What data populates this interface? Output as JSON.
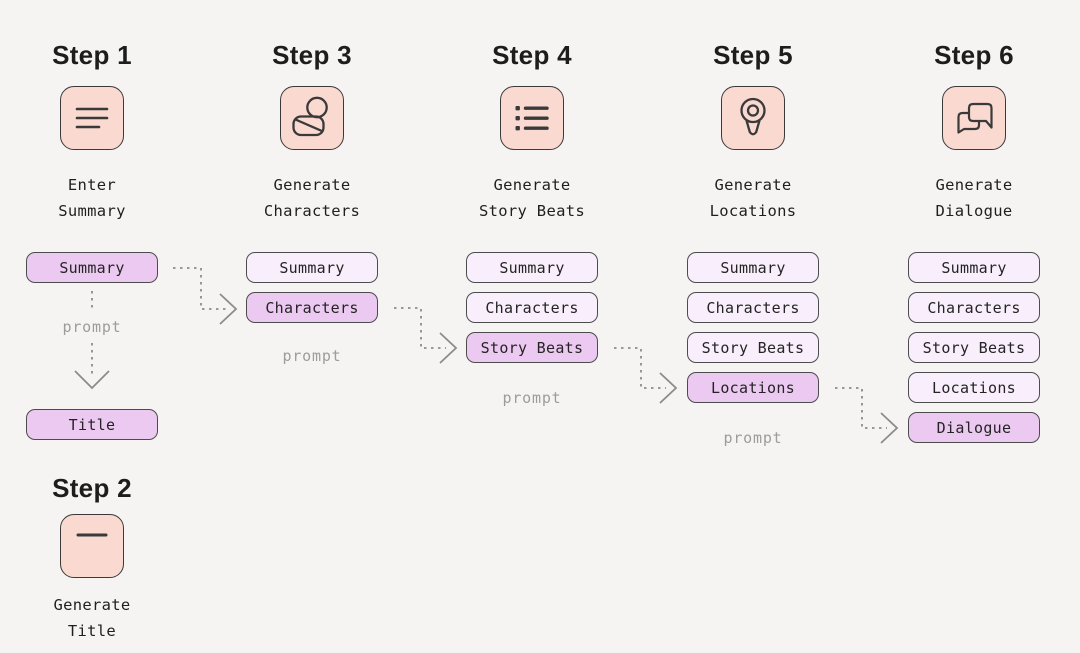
{
  "background": "#f5f4f2",
  "colors": {
    "icon_box_bg": "#f9d9d0",
    "icon_stroke": "#3a3a3a",
    "pill_active_bg": "#ecc9f0",
    "pill_inactive_bg": "#f9eefb",
    "pill_border": "#4c4c4c",
    "muted": "#9c9c9c",
    "arrow": "#8c8c8c"
  },
  "columns": [
    {
      "title": "Step 1",
      "icon": "text-lines-icon",
      "label_line1": "Enter",
      "label_line2": "Summary",
      "pills": [
        {
          "label": "Summary",
          "state": "active"
        }
      ],
      "prompt_label": "prompt",
      "result_pill": {
        "label": "Title",
        "state": "active"
      }
    },
    {
      "title": "Step 3",
      "icon": "person-icon",
      "label_line1": "Generate",
      "label_line2": "Characters",
      "pills": [
        {
          "label": "Summary",
          "state": "inactive"
        },
        {
          "label": "Characters",
          "state": "active"
        }
      ],
      "prompt_label": "prompt"
    },
    {
      "title": "Step 4",
      "icon": "bullet-list-icon",
      "label_line1": "Generate",
      "label_line2": "Story Beats",
      "pills": [
        {
          "label": "Summary",
          "state": "inactive"
        },
        {
          "label": "Characters",
          "state": "inactive"
        },
        {
          "label": "Story Beats",
          "state": "active"
        }
      ],
      "prompt_label": "prompt"
    },
    {
      "title": "Step 5",
      "icon": "location-pin-icon",
      "label_line1": "Generate",
      "label_line2": "Locations",
      "pills": [
        {
          "label": "Summary",
          "state": "inactive"
        },
        {
          "label": "Characters",
          "state": "inactive"
        },
        {
          "label": "Story Beats",
          "state": "inactive"
        },
        {
          "label": "Locations",
          "state": "active"
        }
      ],
      "prompt_label": "prompt"
    },
    {
      "title": "Step 6",
      "icon": "chat-bubbles-icon",
      "label_line1": "Generate",
      "label_line2": "Dialogue",
      "pills": [
        {
          "label": "Summary",
          "state": "inactive"
        },
        {
          "label": "Characters",
          "state": "inactive"
        },
        {
          "label": "Story Beats",
          "state": "inactive"
        },
        {
          "label": "Locations",
          "state": "inactive"
        },
        {
          "label": "Dialogue",
          "state": "active"
        }
      ]
    }
  ],
  "step2": {
    "title": "Step 2",
    "icon": "title-line-icon",
    "label_line1": "Generate",
    "label_line2": "Title"
  }
}
